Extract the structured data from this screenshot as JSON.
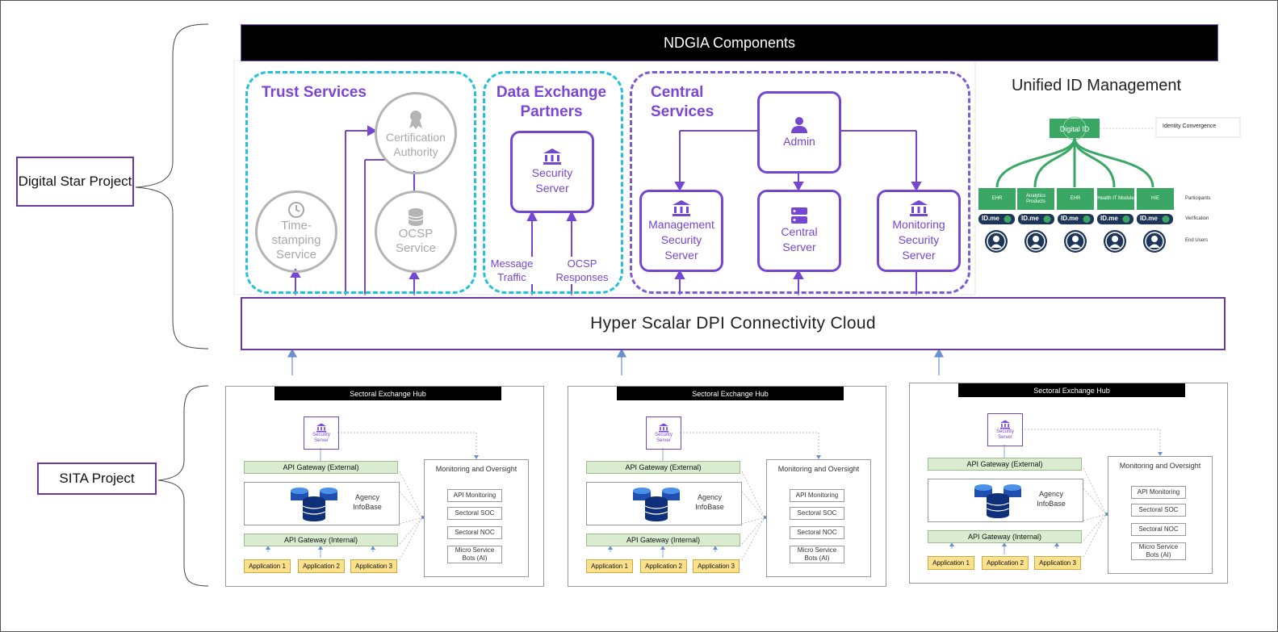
{
  "projects": {
    "digital_star": "Digital Star Project",
    "sita": "SITA Project"
  },
  "ndgia": {
    "title": "NDGIA Components",
    "trust": {
      "title": "Trust Services",
      "ca": "Certification Authority",
      "ocsp": "OCSP Service",
      "tsa": "Time-stamping Service"
    },
    "dxp": {
      "title": "Data Exchange Partners",
      "security_server": "Security Server",
      "message_traffic": "Message Traffic",
      "ocsp_responses": "OCSP Responses"
    },
    "central": {
      "title": "Central Services",
      "admin": "Admin",
      "management": "Management Security Server",
      "central_server": "Central Server",
      "monitoring": "Monitoring Security Server"
    }
  },
  "uid": {
    "title": "Unified ID Management",
    "digital_id": "Digital ID",
    "identity_convergence": "Identity Convergence",
    "participants": [
      "EHR",
      "Analytics Products",
      "EHR",
      "Health IT Module",
      "HIE"
    ],
    "badge": "ID.me",
    "row_participants": "Participants",
    "row_verification": "Verification",
    "row_end_users": "End Users"
  },
  "hyper": "Hyper Scalar DPI Connectivity Cloud",
  "hub": {
    "title": "Sectoral Exchange Hub",
    "security_server": "Security Server",
    "gw_external": "API Gateway (External)",
    "gw_internal": "API Gateway (Internal)",
    "infobase": "Agency InfoBase",
    "apps": [
      "Application 1",
      "Application 2",
      "Application 3"
    ],
    "monitoring": {
      "title": "Monitoring and Oversight",
      "items": [
        "API Monitoring",
        "Sectoral SOC",
        "Sectoral NOC",
        "Micro Service Bots (AI)"
      ]
    }
  },
  "colors": {
    "teal": "#22c3d6",
    "purple": "#7446d2",
    "project_border": "#6a3a9a",
    "gateway_fill": "#d9ecd0",
    "app_fill": "#fbe08d",
    "uid_green": "#3aa864",
    "uid_navy": "#1d3557"
  }
}
